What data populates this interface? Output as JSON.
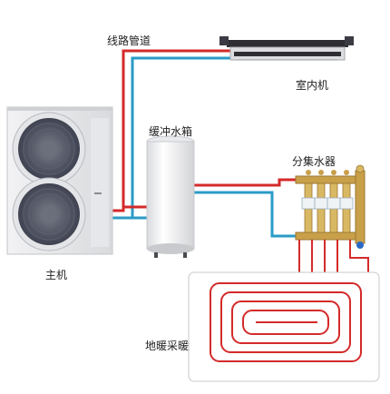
{
  "labels": {
    "pipes": "线路管道",
    "indoor_unit": "室内机",
    "buffer_tank": "缓冲水箱",
    "manifold": "分集水器",
    "main_unit": "主机",
    "floor_heating": "地暖采暖"
  },
  "colors": {
    "supply_pipe": "#d42a2a",
    "return_pipe": "#2a9bc7",
    "brass": "#c9a04a",
    "unit_body": "#ececef",
    "fan_grille": "#4d5060"
  }
}
